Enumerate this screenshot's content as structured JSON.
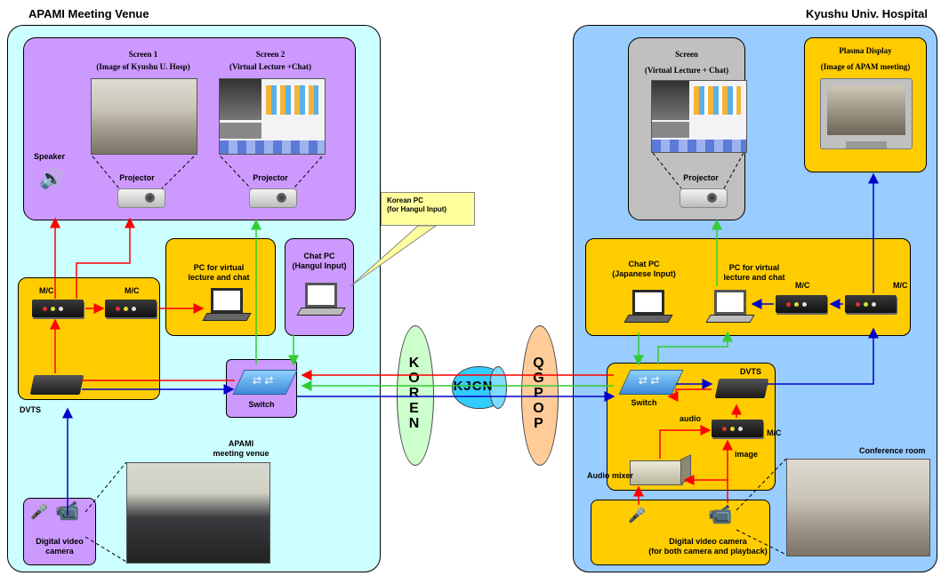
{
  "left_site": {
    "title": "APAMI Meeting Venue",
    "screen1": {
      "title": "Screen 1",
      "subtitle": "(Image of Kyushu U. Hosp)"
    },
    "screen2": {
      "title": "Screen 2",
      "subtitle": "(Virtual Lecture +Chat)"
    },
    "speaker_label": "Speaker",
    "projector1_label": "Projector",
    "projector2_label": "Projector",
    "mc1_label": "M/C",
    "mc2_label": "M/C",
    "pc_virtual_label": "PC for virtual\nlecture and chat",
    "chat_pc_label": "Chat PC\n(Hangul Input)",
    "dvts_label": "DVTS",
    "switch_label": "Switch",
    "venue_photo_label": "APAMI\nmeeting venue",
    "camera_label": "Digital video\ncamera"
  },
  "callout": {
    "text": "Korean PC\n(for Hangul Input)"
  },
  "network": {
    "koren": "K\nO\nR\nE\nN",
    "kjcn": "KJCN",
    "qgpop": "Q\nG\nP\nO\nP"
  },
  "right_site": {
    "title": "Kyushu Univ. Hospital",
    "screen": {
      "title": "Screen",
      "subtitle": "(Virtual Lecture + Chat)"
    },
    "projector_label": "Projector",
    "plasma": {
      "title": "Plasma Display",
      "subtitle": "(Image of APAM meeting)"
    },
    "chat_pc_label": "Chat PC\n(Japanese Input)",
    "pc_virtual_label": "PC for virtual\nlecture and chat",
    "mc1_label": "M/C",
    "mc2_label": "M/C",
    "dvts_label": "DVTS",
    "switch_label": "Switch",
    "audio_label": "audio",
    "mc3_label": "M/C",
    "image_label": "image",
    "audio_mixer_label": "Audio mixer",
    "conference_room_label": "Conference room",
    "camera_label": "Digital video camera\n(for both camera and playback)"
  },
  "colors": {
    "left_bg": "#ccffff",
    "right_bg": "#99ccff",
    "purple": "#cc99ff",
    "gray": "#c0c0c0",
    "orange": "#ffcc00",
    "koren": "#ccffcc",
    "kjcn": "#33ccff",
    "qgpop": "#ffcc99",
    "red": "#ff0000",
    "green": "#33cc33",
    "blue": "#0000cc"
  }
}
